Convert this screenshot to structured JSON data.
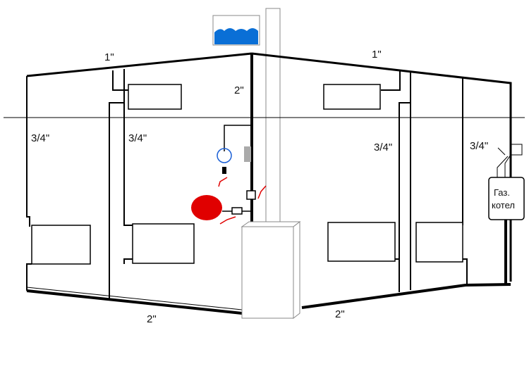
{
  "labels": {
    "pipe_1in_left": "1\"",
    "pipe_1in_right": "1\"",
    "pipe_2in_riser": "2\"",
    "pipe_34_left_outer": "3/4\"",
    "pipe_34_left_inner": "3/4\"",
    "pipe_34_right_inner": "3/4\"",
    "pipe_34_right_outer": "3/4\"",
    "pipe_2in_bottom_left": "2\"",
    "pipe_2in_bottom_right": "2\""
  },
  "boiler": {
    "line1": "Газ.",
    "line2": "котел"
  },
  "colors": {
    "pipe": "#000000",
    "tank_water": "#0a6fd6",
    "expansion_tank": "#e00000",
    "valve_handle": "#e00000",
    "circle_outline": "#1a5fd6",
    "chimney": "#888888"
  }
}
